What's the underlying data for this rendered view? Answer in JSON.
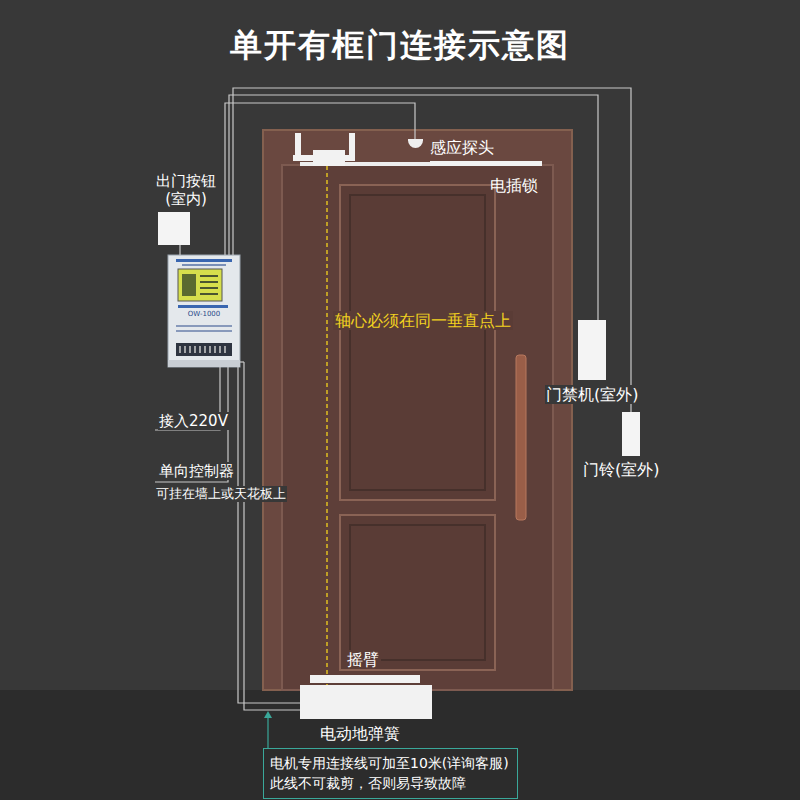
{
  "diagram": {
    "title": "单开有框门连接示意图",
    "nodes": [
      {
        "text": [
          "感应探头"
        ]
      },
      {
        "text": [
          "电插锁"
        ]
      },
      {
        "text": [
          "出门按钮 (室内)"
        ]
      },
      {
        "text": [
          "OW-1000"
        ]
      },
      {
        "text": [
          "门禁机(室外)"
        ]
      },
      {
        "text": [
          "门铃(室外)"
        ]
      },
      {
        "text": [
          "电动地弹簧"
        ]
      },
      {
        "text": [
          "电机专用连接线可加至10米(详询客服)",
          "此线不可裁剪，否则易导致故障"
        ]
      }
    ],
    "edges": [
      {
        "from": 3,
        "to": 0,
        "arrow": "none"
      },
      {
        "from": 3,
        "to": 2,
        "arrow": "none"
      },
      {
        "from": 3,
        "to": 4,
        "arrow": "none"
      },
      {
        "from": 3,
        "to": 5,
        "arrow": "none"
      },
      {
        "from": 3,
        "to": 6,
        "arrow": "none"
      }
    ],
    "labels": [
      "接入220V",
      "单向控制器",
      "可挂在墙上或天花板上",
      "轴心必须在同一垂直点上",
      "摇臂"
    ]
  }
}
